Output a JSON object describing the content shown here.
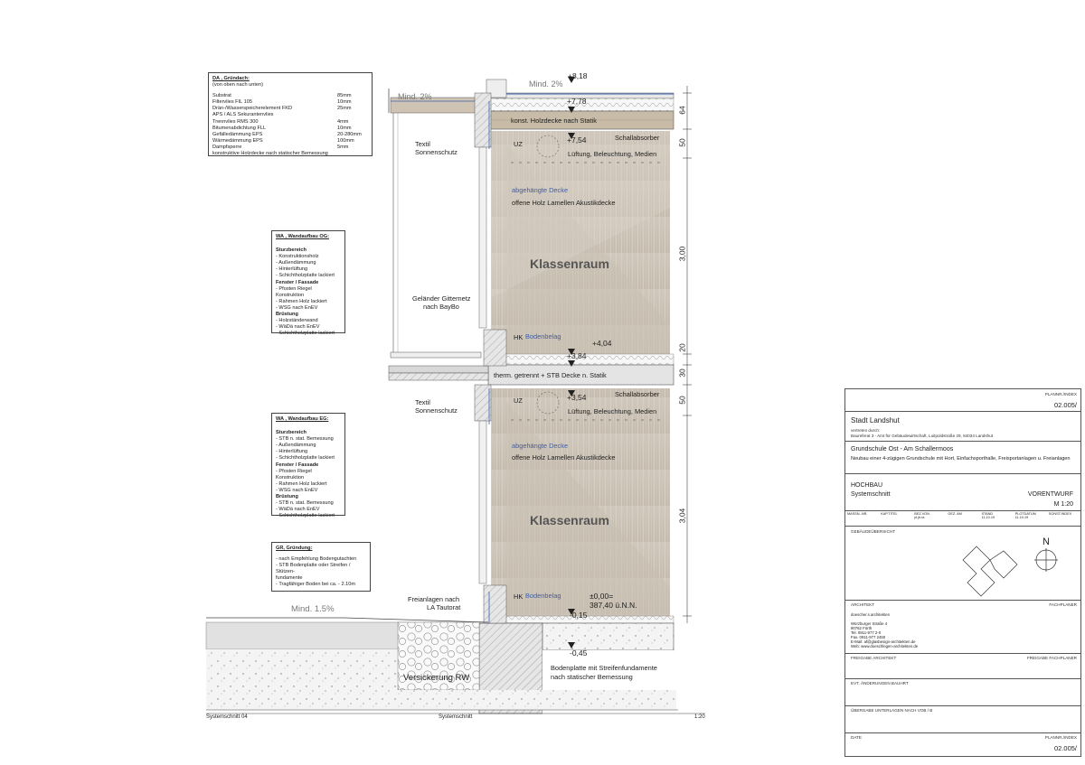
{
  "roof_spec": {
    "title": "DA , Gründach:",
    "subtitle": "(von oben nach unten)",
    "rows": [
      {
        "name": "Substrat",
        "val": "85mm"
      },
      {
        "name": "Filtervlies FIL 105",
        "val": "10mm"
      },
      {
        "name": "Drän-/Wasserspeicherelement FKD",
        "val": "25mm"
      },
      {
        "name": "APS / ALS Sekurantenvlies",
        "val": ""
      },
      {
        "name": "Trennvlies RMS 300",
        "val": "4mm"
      },
      {
        "name": "Bitumenabdichtung FLL",
        "val": "10mm"
      },
      {
        "name": "Gefälledämmung EPS",
        "val": "20-280mm"
      },
      {
        "name": "Wärmedämmung EPS",
        "val": "100mm"
      },
      {
        "name": "Dampfsperre",
        "val": "5mm"
      },
      {
        "name": "konstruktive Holzdecke nach statischer Bemessung",
        "val": ""
      }
    ]
  },
  "wall_og": {
    "title": "WA , Wandaufbau OG:",
    "lines": [
      {
        "t": "Sturzbereich",
        "b": true
      },
      {
        "t": "- Konstruktionsholz"
      },
      {
        "t": "- Außendämmung"
      },
      {
        "t": "- Hinterlüftung"
      },
      {
        "t": "- Schichtholzplatte lackiert"
      },
      {
        "t": "Fenster / Fassade",
        "b": true
      },
      {
        "t": "- Pfosten Riegel Konstruktion"
      },
      {
        "t": "- Rahmen Holz lackiert"
      },
      {
        "t": "- WSG nach EnEV"
      },
      {
        "t": "Brüstung",
        "b": true
      },
      {
        "t": "- Holzständerwand"
      },
      {
        "t": "- WäDä nach EnEV"
      },
      {
        "t": "- Schichtholzplatte lackiert"
      }
    ]
  },
  "wall_eg": {
    "title": "WA , Wandaufbau EG:",
    "lines": [
      {
        "t": "Sturzbereich",
        "b": true
      },
      {
        "t": "- STB n. stat. Bemessung"
      },
      {
        "t": "- Außendämmung"
      },
      {
        "t": "- Hinterlüftung"
      },
      {
        "t": "- Schichtholzplatte lackiert"
      },
      {
        "t": "Fenster / Fassade",
        "b": true
      },
      {
        "t": "- Pfosten Riegel Konstruktion"
      },
      {
        "t": "- Rahmen Holz lackiert"
      },
      {
        "t": "- WSG nach EnEV"
      },
      {
        "t": "Brüstung",
        "b": true
      },
      {
        "t": "- STB n. stat. Bemessung"
      },
      {
        "t": "- WäDä nach EnEV"
      },
      {
        "t": "- Schichtholzplatte lackiert"
      }
    ]
  },
  "foundation": {
    "title": "GR, Gründung:",
    "lines": [
      {
        "t": "- nach Empfehlung Bodengutachten"
      },
      {
        "t": "- STB Bodenplatte oder Streifen /"
      },
      {
        "t": "Stützen-"
      },
      {
        "t": "fundamente"
      },
      {
        "t": "- Tragfähiger Boden bei ca. - 2.10m"
      }
    ]
  },
  "section": {
    "slope_roof": "Mind. 2%",
    "slope_ground": "Mind. 1.5%",
    "lvl_818": "+8,18",
    "lvl_778": "+7,78",
    "lvl_754": "+7,54",
    "lvl_404": "+4,04",
    "lvl_384": "+3,84",
    "lvl_354": "+3,54",
    "lvl_000": "±0,00=",
    "lvl_nn": "387,40 ü.N.N.",
    "lvl_015": "-0,15",
    "lvl_045": "-0,45",
    "roof_deck": "konst. Holzdecke nach Statik",
    "slab": "therm. getrennt + STB Decke n. Statik",
    "uz": "UZ",
    "hk": "HK",
    "absorber": "Schallabsorber",
    "media": "Lüftung, Beleuchtung, Medien",
    "ceiling_hung": "abgehängte Decke",
    "ceiling_acoustic": "offene Holz Lamellen Akustikdecke",
    "room": "Klassenraum",
    "floor_cover": "Bodenbelag",
    "sun1": "Textil",
    "sun2": "Sonnenschutz",
    "rail1": "Geländer Gitternetz",
    "rail2": "nach BayBo",
    "free1": "Freianlagen nach",
    "free2": "LA Tautorat",
    "seepage": "Versickerung RW",
    "base1": "Bodenplatte mit Streifenfundamente",
    "base2": "nach statischer Bemessung",
    "dims": [
      "64",
      "50",
      "3,00",
      "20",
      "30",
      "50",
      "3,04"
    ],
    "foot_left": "Systemschnitt 04",
    "foot_mid": "Systemschnitt",
    "foot_scale": "1:20"
  },
  "titleblock": {
    "plan_index_label": "PLANNR./INDEX",
    "plan_index": "02.005/",
    "client": "Stadt Landshut",
    "client_sub1": "vertreten durch:",
    "client_sub2": "Baureferat 3 - Amt für Gebäudewirtschaft, Luitpoldstraße 29, 84034 Landshut",
    "project": "Grundschule Ost - Am Schallermoos",
    "project_desc": "Neubau einer 4-zügigen Grundschule mit Hort, Einfachsporthalle, Freisportanlagen u. Freianlagen",
    "discipline": "HOCHBAU",
    "drawing": "Systemschnitt",
    "phase": "VORENTWURF",
    "scale": "M 1:20",
    "meta_headers": [
      "MASSN.-NR.",
      "KAP.TITEL",
      "BEZ.VON",
      "GEZ. AM",
      "STAND",
      "PLOTDATUM",
      "SONST.INDEX"
    ],
    "meta_values": [
      "",
      "",
      "pl.jb.ta",
      "",
      "11.10.19",
      "11.10.19",
      ""
    ],
    "overview": "GEBÄUDEÜBERSICHT",
    "north": "N",
    "architect_label": "ARCHITEKT",
    "planner_label": "FACHPLANER",
    "architect_lines": [
      "doescher.s.architekten",
      "",
      "Würzburger Straße 4",
      "90762 Fürth",
      "Tel. 0911-977 2-0",
      "Fax. 0911-977 2450",
      "E-Mail: af@glasbesign-architekten.de",
      "Web: www.doeschlegen-architekten.de"
    ],
    "release_arch": "FREIGABE ARCHITEKT",
    "release_planner": "FREIGABE FACHPLANER",
    "changes": "EVT. ÄNDERUNGEN BAUHRT",
    "handover": "ÜBERGABE UNTERLAGEN NACH VOB / B",
    "date_label": "DATE",
    "plan_index_label2": "PLANNR./INDEX",
    "plan_index2": "02.005/"
  }
}
